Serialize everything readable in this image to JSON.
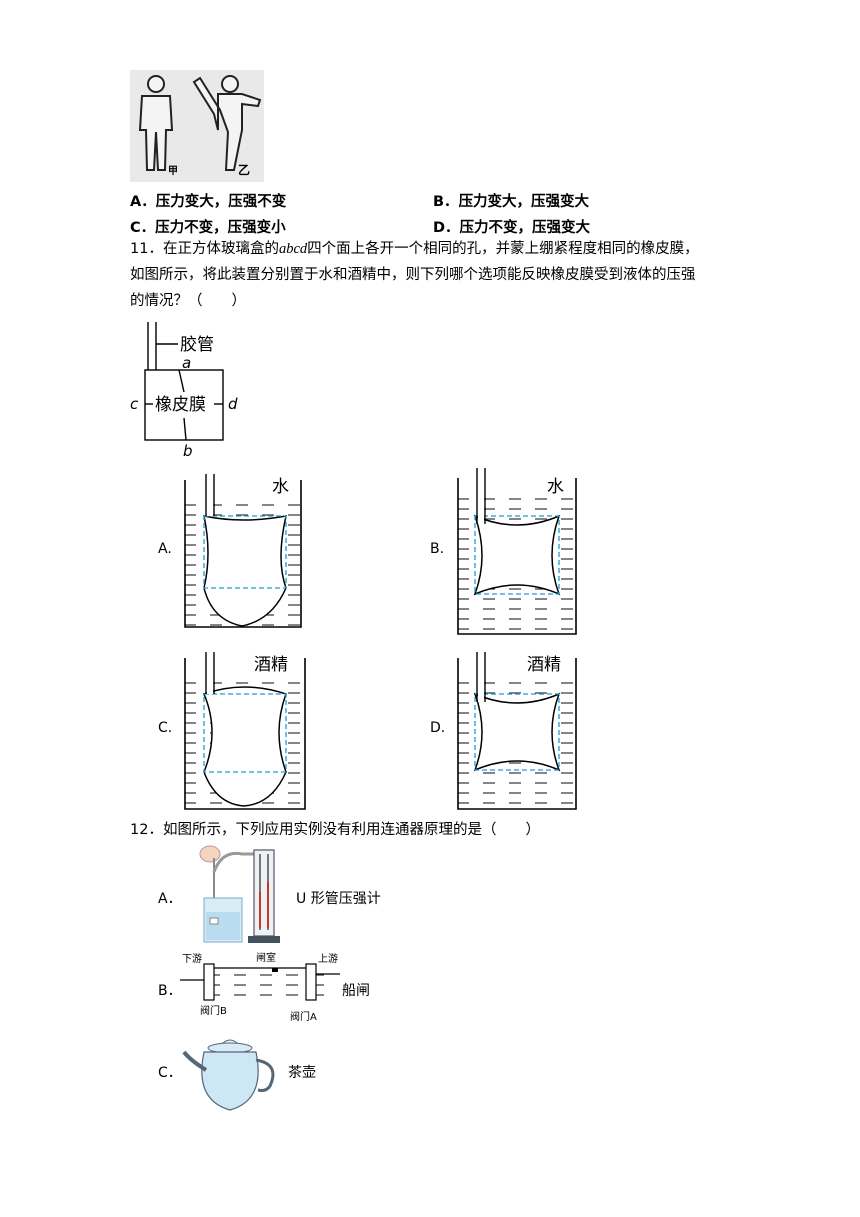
{
  "q10": {
    "fig_label_a": "甲",
    "fig_label_b": "乙",
    "options": [
      {
        "key": "A．",
        "text": "压力变大，压强不变"
      },
      {
        "key": "B．",
        "text": "压力变大，压强变大"
      },
      {
        "key": "C．",
        "text": "压力不变，压强变小"
      },
      {
        "key": "D．",
        "text": "压力不变，压强变大"
      }
    ]
  },
  "q11": {
    "number": "11．",
    "text_pre": "在正方体玻璃盒的",
    "text_italic": "abcd",
    "text_line1_post": "四个面上各开一个相同的孔，并蒙上绷紧程度相同的橡皮膜，",
    "text_line2": "如图所示，将此装置分别置于水和酒精中，则下列哪个选项能反映橡皮膜受到液体的压强",
    "text_line3": "的情况？（　　）",
    "diagram": {
      "tube": "胶管",
      "membrane": "橡皮膜",
      "a": "a",
      "b": "b",
      "c": "c",
      "d": "d"
    },
    "options": [
      {
        "key": "A.",
        "liquid": "水"
      },
      {
        "key": "B.",
        "liquid": "水"
      },
      {
        "key": "C.",
        "liquid": "酒精"
      },
      {
        "key": "D.",
        "liquid": "酒精"
      }
    ]
  },
  "q12": {
    "number": "12．",
    "text": "如图所示，下列应用实例没有利用连通器原理的是（　　）",
    "options": [
      {
        "key": "A．",
        "caption": "U 形管压强计"
      },
      {
        "key": "B．",
        "caption": "船闸",
        "labels": {
          "downstream": "下游",
          "chamber": "闸室",
          "upstream": "上游",
          "valve_b": "阀门B",
          "valve_a": "阀门A"
        }
      },
      {
        "key": "C．",
        "caption": "茶壶"
      }
    ]
  }
}
